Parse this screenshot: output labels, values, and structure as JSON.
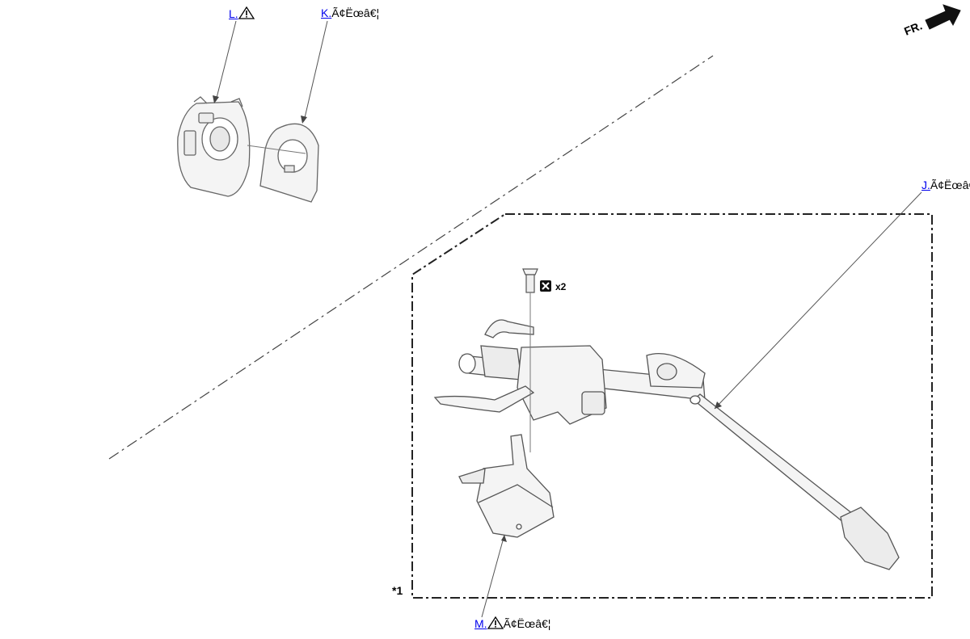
{
  "orientation": {
    "label": "FR.",
    "icon": "front-arrow-icon"
  },
  "callouts": {
    "l": {
      "link": "L.",
      "icon": "warning-icon",
      "note": ""
    },
    "k": {
      "link": "K.",
      "icon": "",
      "note": "Ã¢Ëœâ€¦"
    },
    "j": {
      "link": "J.",
      "icon": "",
      "note": "Ã¢Ëœâ€¦"
    },
    "m": {
      "link": "M.",
      "icon": "warning-icon",
      "note": "Ã¢Ëœâ€¦"
    }
  },
  "fastener": {
    "quantity": "x2",
    "icon": "bolt-reuse-icon"
  },
  "area_marker": {
    "label": "*1"
  },
  "colors": {
    "line": "#333333",
    "part_stroke": "#555555",
    "part_fill": "#f2f2f2",
    "link": "#0000ee"
  }
}
